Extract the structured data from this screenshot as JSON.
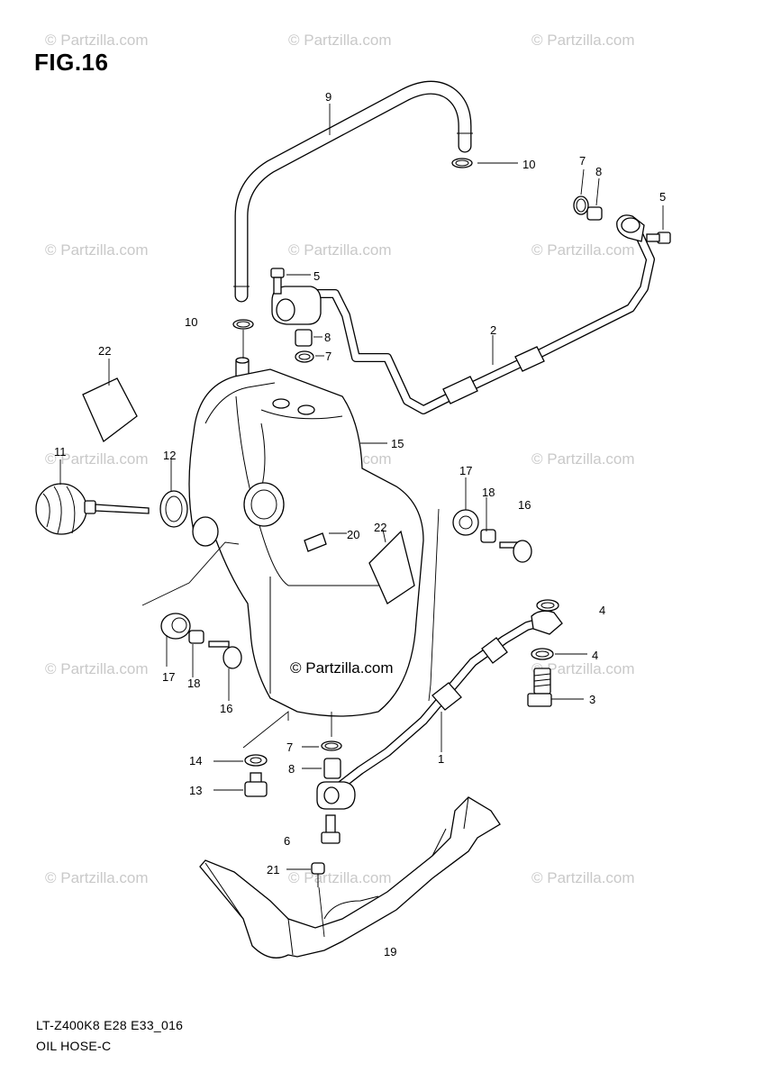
{
  "figure": {
    "title": "FIG.16"
  },
  "watermark": {
    "text": "© Partzilla.com",
    "center_text": "© Partzilla.com"
  },
  "footer": {
    "model_code": "LT-Z400K8 E28 E33_016",
    "section": "OIL HOSE-C"
  },
  "callouts": [
    {
      "id": "c1",
      "label": "1",
      "part": "oil-hose-lower"
    },
    {
      "id": "c2",
      "label": "2",
      "part": "oil-hose-upper"
    },
    {
      "id": "c3",
      "label": "3",
      "part": "union-bolt"
    },
    {
      "id": "c4a",
      "label": "4",
      "part": "gasket"
    },
    {
      "id": "c4b",
      "label": "4",
      "part": "gasket"
    },
    {
      "id": "c5a",
      "label": "5",
      "part": "union-bolt"
    },
    {
      "id": "c5b",
      "label": "5",
      "part": "union-bolt"
    },
    {
      "id": "c6",
      "label": "6",
      "part": "union-bolt"
    },
    {
      "id": "c7a",
      "label": "7",
      "part": "o-ring"
    },
    {
      "id": "c7b",
      "label": "7",
      "part": "o-ring"
    },
    {
      "id": "c7c",
      "label": "7",
      "part": "o-ring"
    },
    {
      "id": "c8a",
      "label": "8",
      "part": "sleeve"
    },
    {
      "id": "c8b",
      "label": "8",
      "part": "sleeve"
    },
    {
      "id": "c8c",
      "label": "8",
      "part": "sleeve"
    },
    {
      "id": "c9",
      "label": "9",
      "part": "breather-hose"
    },
    {
      "id": "c10a",
      "label": "10",
      "part": "hose-clamp"
    },
    {
      "id": "c10b",
      "label": "10",
      "part": "hose-clamp"
    },
    {
      "id": "c11",
      "label": "11",
      "part": "oil-level-gauge"
    },
    {
      "id": "c12",
      "label": "12",
      "part": "o-ring"
    },
    {
      "id": "c13",
      "label": "13",
      "part": "drain-plug"
    },
    {
      "id": "c14",
      "label": "14",
      "part": "gasket"
    },
    {
      "id": "c15",
      "label": "15",
      "part": "oil-tank"
    },
    {
      "id": "c16a",
      "label": "16",
      "part": "bolt"
    },
    {
      "id": "c16b",
      "label": "16",
      "part": "bolt"
    },
    {
      "id": "c17a",
      "label": "17",
      "part": "cushion"
    },
    {
      "id": "c17b",
      "label": "17",
      "part": "cushion"
    },
    {
      "id": "c18a",
      "label": "18",
      "part": "spacer"
    },
    {
      "id": "c18b",
      "label": "18",
      "part": "spacer"
    },
    {
      "id": "c19",
      "label": "19",
      "part": "label"
    },
    {
      "id": "c20",
      "label": "20",
      "part": "tank-guard"
    },
    {
      "id": "c21",
      "label": "21",
      "part": "clip"
    },
    {
      "id": "c22a",
      "label": "22",
      "part": "label"
    },
    {
      "id": "c22b",
      "label": "22",
      "part": "label"
    }
  ]
}
